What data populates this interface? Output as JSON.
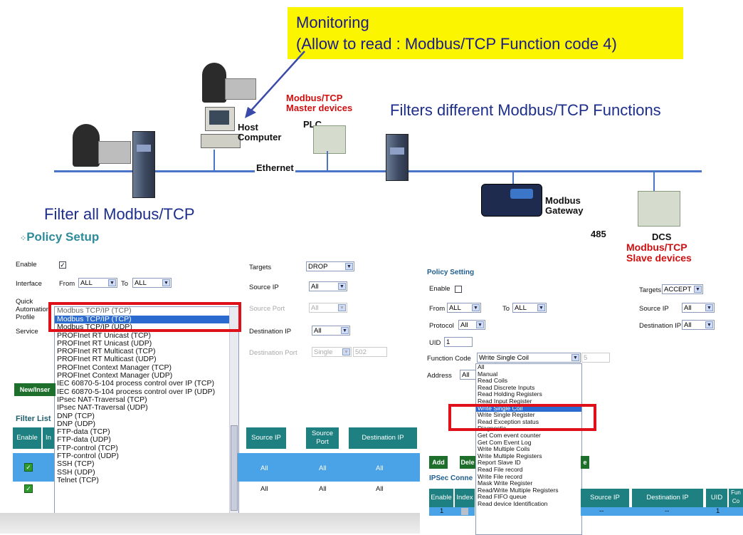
{
  "callout": {
    "line1": "Monitoring",
    "line2": "(Allow to read : Modbus/TCP Function code 4)"
  },
  "diagram": {
    "filters_heading": "Filters different Modbus/TCP Functions",
    "filter_all_heading": "Filter all Modbus/TCP",
    "master_devices": [
      "Modbus/TCP",
      "Master devices"
    ],
    "host": [
      "Host",
      "Computer"
    ],
    "plc": "PLC",
    "ethernet": "Ethernet",
    "gateway": [
      "Modbus",
      "Gateway"
    ],
    "rs485": "485",
    "dcs": "DCS",
    "slave_devices": [
      "Modbus/TCP",
      "Slave devices"
    ]
  },
  "left_panel": {
    "title": "Policy Setup",
    "enable_label": "Enable",
    "enable_checked": true,
    "interface_label": "Interface",
    "from_label": "From",
    "from_value": "ALL",
    "to_label": "To",
    "to_value": "ALL",
    "quick_label": "Quick",
    "automation_label": "Automation",
    "profile_label": "Profile",
    "service_label": "Service",
    "profile_top_value": "Modbus TCP/IP (TCP)",
    "targets_label": "Targets",
    "targets_value": "DROP",
    "source_ip_label": "Source IP",
    "source_ip_value": "All",
    "source_port_label": "Source Port",
    "source_port_value": "All",
    "dest_ip_label": "Destination IP",
    "dest_ip_value": "All",
    "dest_port_label": "Destination Port",
    "dest_port_value": "Single",
    "dest_port_number": "502",
    "new_insert_button": "New/Inser",
    "filter_list_label": "Filter List",
    "profile_options": [
      "Modbus TCP/IP (TCP)",
      "Modbus TCP/IP (UDP)",
      "PROFInet RT Unicast (TCP)",
      "PROFInet RT Unicast (UDP)",
      "PROFInet RT Multicast (TCP)",
      "PROFInet RT Multicast (UDP)",
      "PROFInet Context Manager (TCP)",
      "PROFInet Context Manager (UDP)",
      "IEC 60870-5-104 process control over IP (TCP)",
      "IEC 60870-5-104 process control over IP (UDP)",
      "IPsec NAT-Traversal (TCP)",
      "IPsec NAT-Traversal (UDP)",
      "DNP (TCP)",
      "DNP (UDP)",
      "FTP-data (TCP)",
      "FTP-data (UDP)",
      "FTP-control (TCP)",
      "FTP-control (UDP)",
      "SSH (TCP)",
      "SSH (UDP)",
      "Telnet (TCP)"
    ],
    "selected_option": "Modbus TCP/IP (TCP)",
    "table_headers": [
      "Enable",
      "In",
      "Source IP",
      "Source Port",
      "Destination IP"
    ],
    "rows": [
      {
        "source_ip": "All",
        "source_port": "All",
        "dest_ip": "All"
      },
      {
        "source_ip": "All",
        "source_port": "All",
        "dest_ip": "All"
      }
    ]
  },
  "right_panel": {
    "title": "Policy Setting",
    "enable_label": "Enable",
    "from_label": "From",
    "from_value": "ALL",
    "to_label": "To",
    "to_value": "ALL",
    "targets_label": "Targets",
    "targets_value": "ACCEPT",
    "source_ip_label": "Source IP",
    "source_ip_value": "All",
    "dest_ip_label": "Destination IP",
    "dest_ip_value": "All",
    "protocol_label": "Protocol",
    "protocol_value": "All",
    "uid_label": "UID",
    "uid_value": "1",
    "function_code_label": "Function Code",
    "function_code_value": "Write Single Coil",
    "function_code_number": "5",
    "address_label": "Address",
    "address_value": "All",
    "add_button": "Add",
    "delete_button": "Dele",
    "other_button": "e",
    "ipsec_label": "IPSec Conne",
    "function_options": [
      "All",
      "Manual",
      "Read Coils",
      "Read Discrete Inputs",
      "Read Holding Registers",
      "Read Input Register",
      "Write Single Coil",
      "Write Single Register",
      "Read Exception status",
      "Diagnostic",
      "Get Com event counter",
      "Get Com Event Log",
      "Write Multiple Coils",
      "Write Multiple Registers",
      "Report Slave ID",
      "Read File record",
      "Write File record",
      "Mask Write Register",
      "Read/Write Multiple Registers",
      "Read FIFO queue",
      "Read device Identification"
    ],
    "selected_option": "Write Single Coil",
    "table_headers": [
      "Enable",
      "Index",
      "Source IP",
      "Destination IP",
      "UID",
      "Fun Co"
    ],
    "row": {
      "index": "1",
      "source_ip": "--",
      "dest_ip": "--",
      "uid": "1"
    }
  },
  "colors": {
    "callout_bg": "#fbf500",
    "highlight_box": "#e0101a",
    "teal_header": "#1e8080",
    "green_button": "#1e6e2c",
    "network_line": "#4a74c8"
  }
}
